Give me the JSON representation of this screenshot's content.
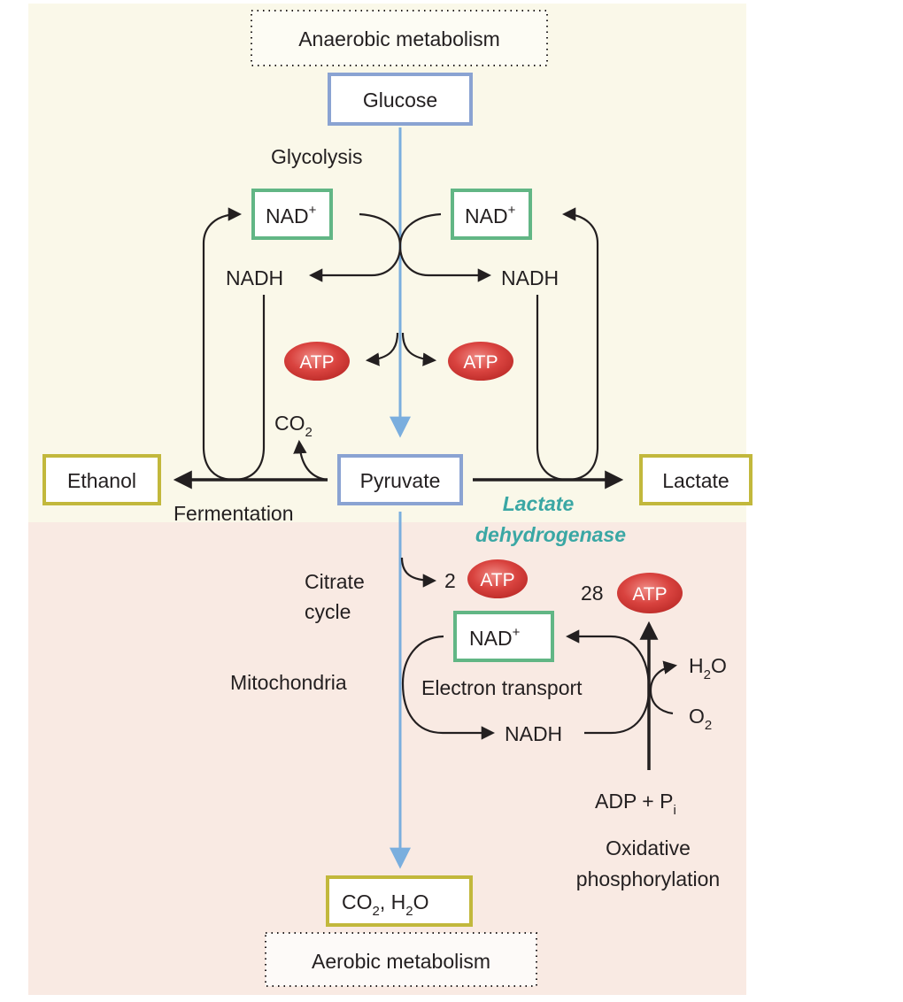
{
  "title_top": "Anaerobic metabolism",
  "title_bottom": "Aerobic metabolism",
  "colors": {
    "anaerobic_bg": "#faf8e9",
    "aerobic_bg": "#f9eae3",
    "substrate_border": "#8aa3d2",
    "cofactor_border": "#62b685",
    "product_border": "#c2b83c",
    "atp_fill": "#d9433f",
    "pathway_arrow": "#7aaede",
    "enzyme_text": "#3aa7a4"
  },
  "nodes": {
    "glucose": "Glucose",
    "pyruvate": "Pyruvate",
    "ethanol": "Ethanol",
    "lactate": "Lactate",
    "nad_left": "NAD",
    "nad_right": "NAD",
    "nad_mito": "NAD",
    "nad_charge": "+",
    "nadh_left": "NADH",
    "nadh_right": "NADH",
    "nadh_mito": "NADH",
    "co2_h2o_a": "CO",
    "co2_h2o_sub1": "2",
    "co2_h2o_b": ", H",
    "co2_h2o_sub2": "2",
    "co2_h2o_c": "O"
  },
  "labels": {
    "glycolysis": "Glycolysis",
    "fermentation": "Fermentation",
    "enzyme_line1": "Lactate",
    "enzyme_line2": "dehydrogenase",
    "citrate_line1": "Citrate",
    "citrate_line2": "cycle",
    "mitochondria": "Mitochondria",
    "electron_transport": "Electron transport",
    "co2": "CO",
    "co2_sub": "2",
    "h2o_a": "H",
    "h2o_sub": "2",
    "h2o_b": "O",
    "o2": "O",
    "o2_sub": "2",
    "adp": "ADP + P",
    "adp_sub": "i",
    "oxphos_line1": "Oxidative",
    "oxphos_line2": "phosphorylation"
  },
  "atp": {
    "label": "ATP",
    "glycolysis_left": "ATP",
    "glycolysis_right": "ATP",
    "citrate_count": "2",
    "oxphos_count": "28"
  }
}
